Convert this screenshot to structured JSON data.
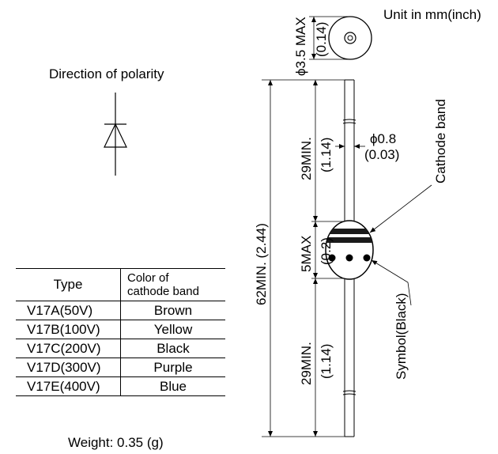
{
  "unit_label": "Unit in mm(inch)",
  "polarity_label": "Direction of polarity",
  "weight_label": "Weight: 0.35 (g)",
  "dimensions": {
    "body_diameter": "ϕ3.5 MAX",
    "body_diameter_inch": "(0.14)",
    "lead_diameter": "ϕ0.8",
    "lead_diameter_inch": "(0.03)",
    "lead_top": "29MIN.",
    "lead_top_inch": "(1.14)",
    "body_length": "5MAX",
    "body_length_inch": "(0.2)",
    "lead_bottom": "29MIN.",
    "lead_bottom_inch": "(1.14)",
    "total_length": "62MIN. (2.44)"
  },
  "callouts": {
    "cathode_band": "Cathode band",
    "symbol": "Symbol(Black)"
  },
  "table": {
    "header_type": "Type",
    "header_color_line1": "Color of",
    "header_color_line2": "cathode band",
    "rows": [
      {
        "type": "V17A(50V)",
        "color": "Brown"
      },
      {
        "type": "V17B(100V)",
        "color": "Yellow"
      },
      {
        "type": "V17C(200V)",
        "color": "Black"
      },
      {
        "type": "V17D(300V)",
        "color": "Purple"
      },
      {
        "type": "V17E(400V)",
        "color": "Blue"
      }
    ]
  }
}
